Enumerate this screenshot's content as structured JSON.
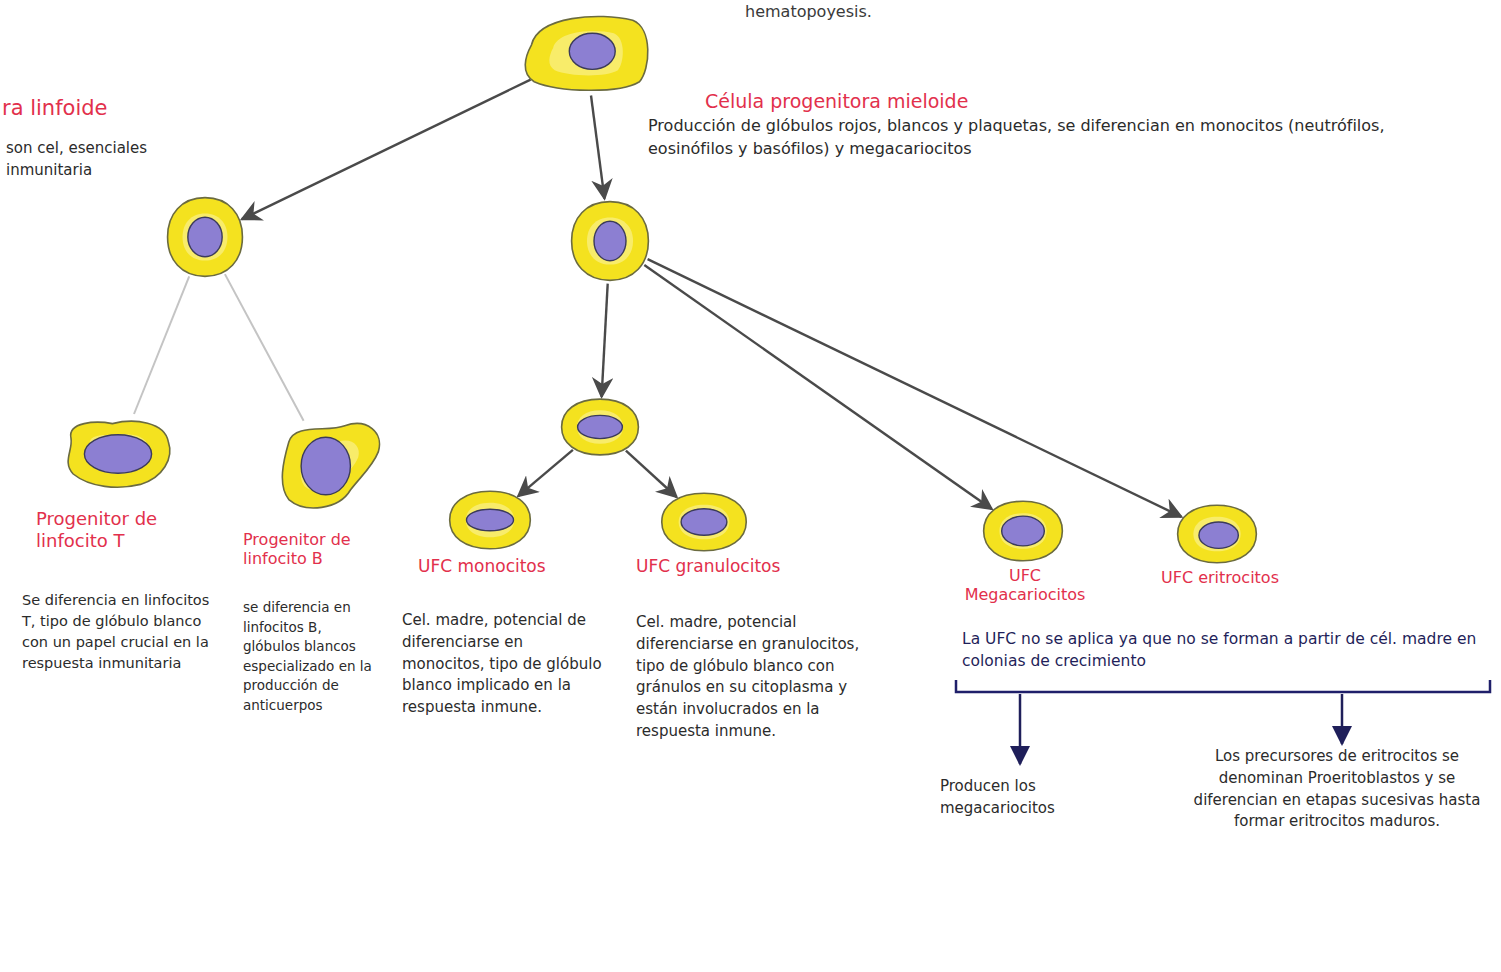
{
  "diagram": {
    "title": "hematopoyesis.",
    "nodes": [
      {
        "text": []
      },
      {
        "text": [
          "ra linfoide",
          "son cel, esenciales inmunitaria"
        ]
      },
      {
        "text": [
          "Célula progenitora mieloide",
          "Producción de glóbulos rojos, blancos y plaquetas, se diferencian en monocitos (neutrófilos, eosinófilos y basófilos) y megacariocitos"
        ]
      },
      {
        "text": []
      },
      {
        "text": [
          "Progenitor de linfocito T",
          "Se diferencia en linfocitos T, tipo de glóbulo blanco con un papel crucial en la respuesta inmunitaria"
        ]
      },
      {
        "text": [
          "Progenitor de linfocito B",
          "se diferencia en linfocitos B, glóbulos blancos especializado en la producción de anticuerpos"
        ]
      },
      {
        "text": [
          "UFC monocitos",
          "Cel. madre, potencial de diferenciarse en monocitos, tipo de glóbulo blanco implicado en la respuesta inmune."
        ]
      },
      {
        "text": [
          "UFC granulocitos",
          "Cel. madre, potencial diferenciarse en granulocitos, tipo de glóbulo blanco con gránulos en su citoplasma y están involucrados en la respuesta inmune."
        ]
      },
      {
        "text": [
          "UFC Megacariocitos"
        ]
      },
      {
        "text": [
          "UFC eritrocitos"
        ]
      }
    ],
    "edges": [
      {
        "from": 0,
        "to": 1,
        "arrow": "to"
      },
      {
        "from": 0,
        "to": 2,
        "arrow": "to"
      },
      {
        "from": 1,
        "to": 4,
        "arrow": "none"
      },
      {
        "from": 1,
        "to": 5,
        "arrow": "none"
      },
      {
        "from": 2,
        "to": 3,
        "arrow": "to"
      },
      {
        "from": 3,
        "to": 6,
        "arrow": "to"
      },
      {
        "from": 3,
        "to": 7,
        "arrow": "to"
      },
      {
        "from": 2,
        "to": 8,
        "arrow": "to"
      },
      {
        "from": 2,
        "to": 9,
        "arrow": "to"
      }
    ],
    "labels": [
      "La UFC no se aplica ya que no se forman a partir de cél. madre en colonias de crecimiento",
      "Producen los megacariocitos",
      "Los precursores de eritrocitos se denominan Proeritoblastos y se diferencian en etapas sucesivas hasta formar eritrocitos maduros."
    ]
  }
}
